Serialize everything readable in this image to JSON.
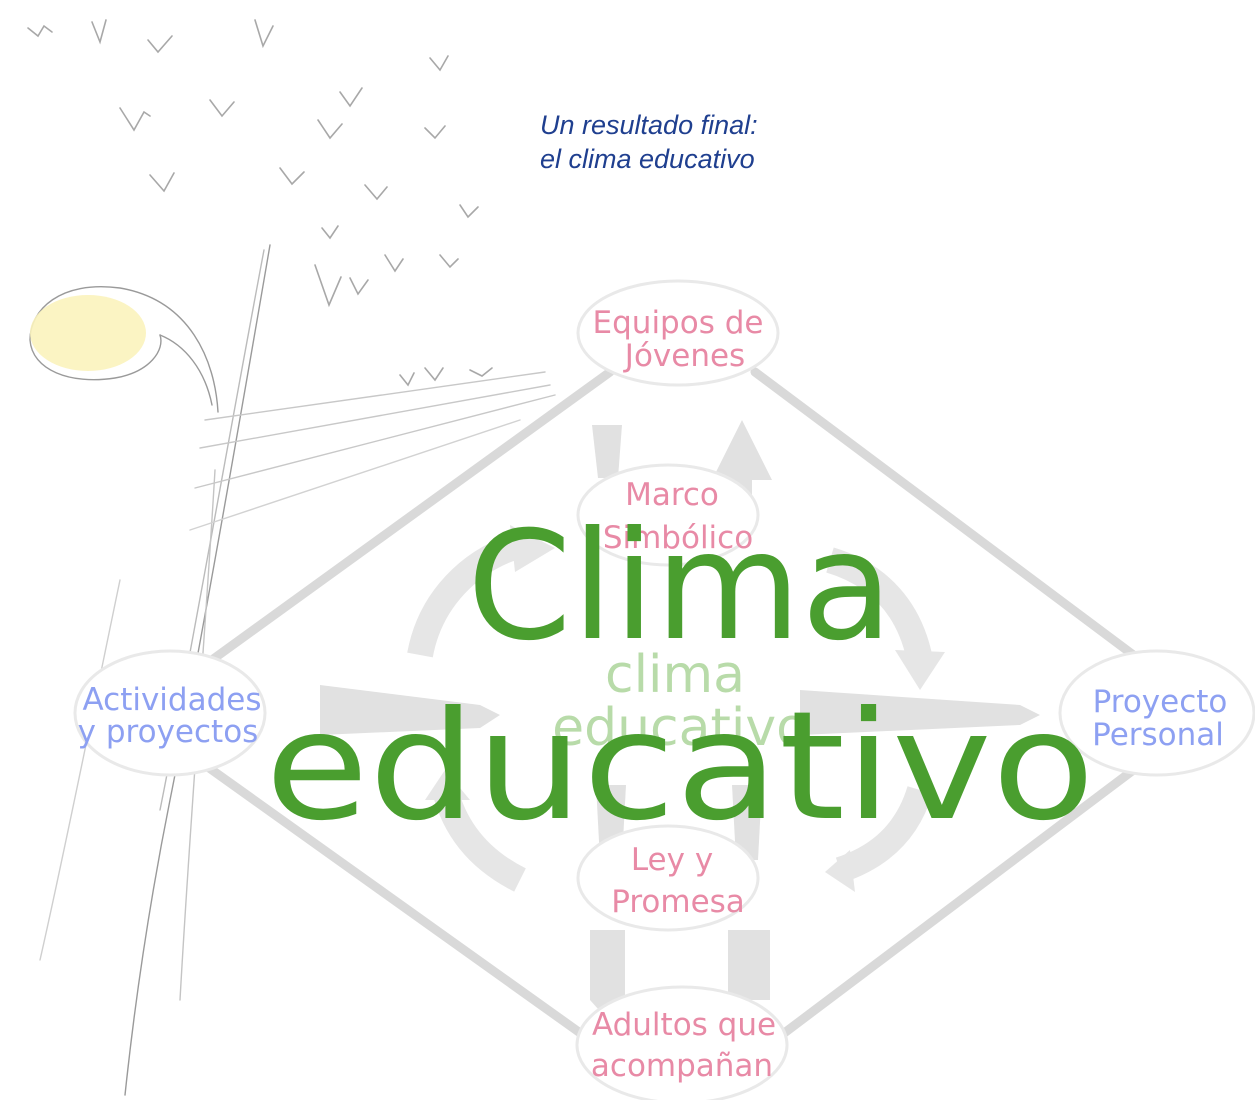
{
  "subtitle": {
    "line1": "Un resultado final:",
    "line2": "el clima educativo"
  },
  "nodes": {
    "top": {
      "line1": "Equipos de",
      "line2": "Jóvenes"
    },
    "left": {
      "line1": "Actividades",
      "line2": "y proyectos"
    },
    "right": {
      "line1": "Proyecto",
      "line2": "Personal"
    },
    "bottom": {
      "line1": "Adultos que",
      "line2": "acompañan"
    },
    "inner_top": {
      "line1": "Marco",
      "line2": "Simbólico"
    },
    "inner_bottom": {
      "line1": "Ley y",
      "line2": "Promesa"
    }
  },
  "center_faint": {
    "line1": "clima",
    "line2": "educativo"
  },
  "headline": {
    "line1": "Clima",
    "line2": "educativo"
  },
  "colors": {
    "headline": "#4a9e2f",
    "center_faint": "#b8dba9",
    "pink_label": "#e88aa6",
    "blue_label": "#8da0f2",
    "subtitle": "#1f3f8f",
    "diamond_line": "#d9d9d9",
    "arrow_fill": "#e1e1e1",
    "lamp_light": "#fbf3bd"
  }
}
